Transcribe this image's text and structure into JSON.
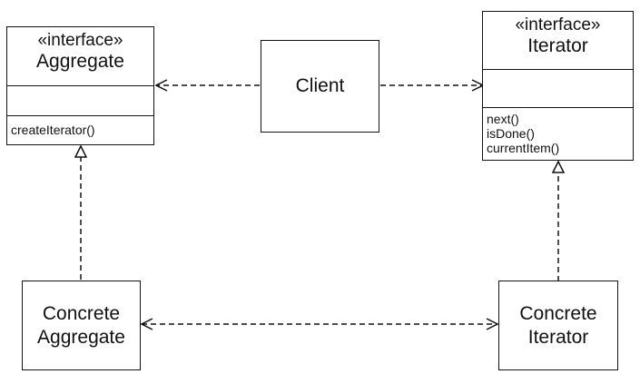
{
  "aggregate": {
    "stereotype": "«interface»",
    "name": "Aggregate",
    "operations": [
      "createIterator()"
    ]
  },
  "iterator": {
    "stereotype": "«interface»",
    "name": "Iterator",
    "operations": [
      "next()",
      "isDone()",
      "currentItem()"
    ]
  },
  "client": {
    "name": "Client"
  },
  "concrete_aggregate": {
    "line1": "Concrete",
    "line2": "Aggregate"
  },
  "concrete_iterator": {
    "line1": "Concrete",
    "line2": "Iterator"
  }
}
